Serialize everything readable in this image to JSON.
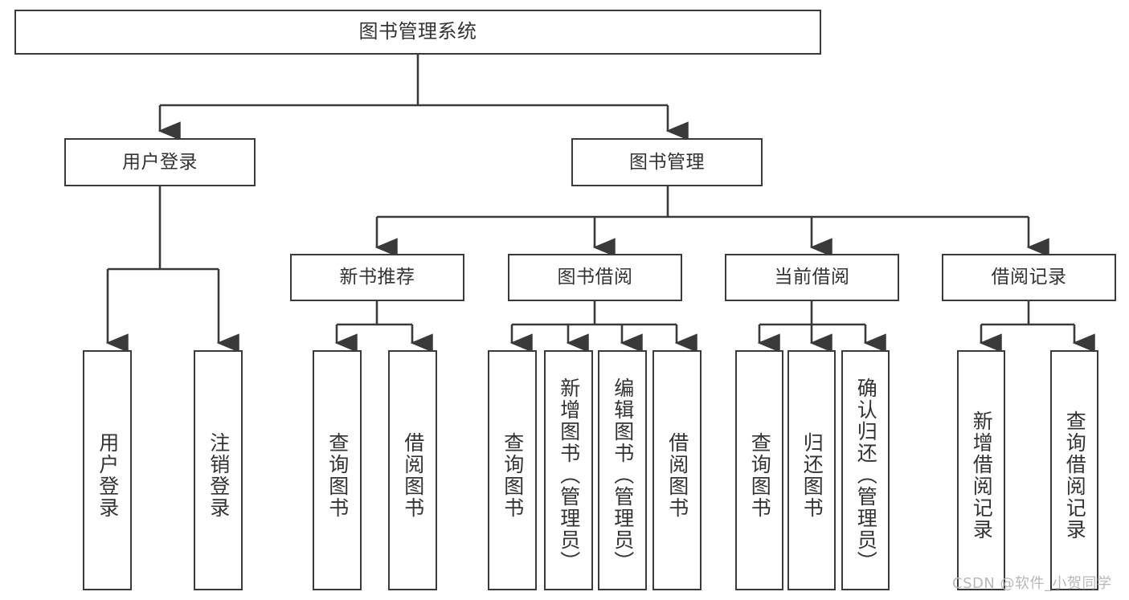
{
  "diagram": {
    "type": "tree",
    "title": "图书管理系统",
    "orientation": "top-down",
    "colors": {
      "background": "#ffffff",
      "box_border": "#3a3a3a",
      "box_fill": "#ffffff",
      "text": "#333333",
      "edge": "#3a3a3a",
      "watermark": "#b9b9b9"
    },
    "root": {
      "label": "图书管理系统"
    },
    "level2": [
      {
        "label": "用户登录"
      },
      {
        "label": "图书管理"
      }
    ],
    "level3": [
      {
        "label": "新书推荐"
      },
      {
        "label": "图书借阅"
      },
      {
        "label": "当前借阅"
      },
      {
        "label": "借阅记录"
      }
    ],
    "leaves": {
      "user_login": [
        {
          "label": "用户登录"
        },
        {
          "label": "注销登录"
        }
      ],
      "new_book_recommend": [
        {
          "label": "查询图书"
        },
        {
          "label": "借阅图书"
        }
      ],
      "book_borrow": [
        {
          "label": "查询图书"
        },
        {
          "label": "新增图书（管理员）"
        },
        {
          "label": "编辑图书（管理员）"
        },
        {
          "label": "借阅图书"
        }
      ],
      "current_borrow": [
        {
          "label": "查询图书"
        },
        {
          "label": "归还图书"
        },
        {
          "label": "确认归还（管理员）"
        }
      ],
      "borrow_records": [
        {
          "label": "新增借阅记录"
        },
        {
          "label": "查询借阅记录"
        }
      ]
    }
  },
  "watermark": {
    "text": "CSDN @软件_小贺同学"
  }
}
